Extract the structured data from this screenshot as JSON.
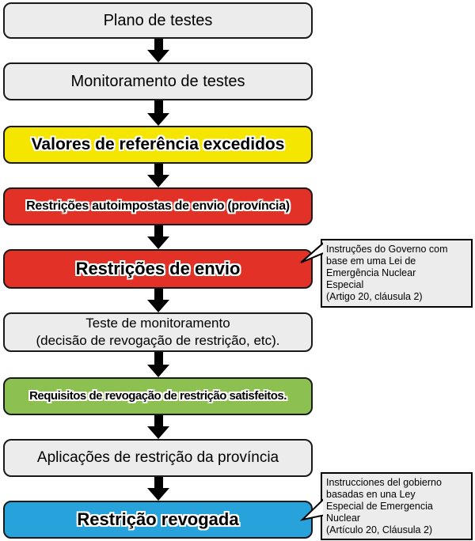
{
  "flow": {
    "boxes": [
      {
        "id": "plano-de-testes",
        "label": "Plano de testes",
        "color": "gray"
      },
      {
        "id": "monitoramento-de-testes",
        "label": "Monitoramento de testes",
        "color": "gray"
      },
      {
        "id": "valores-de-referencia-excedidos",
        "label": "Valores de referência excedidos",
        "color": "yellow"
      },
      {
        "id": "restricoes-autoimpostas-de-envio",
        "label": "Restrições autoimpostas de envio (província)",
        "color": "red"
      },
      {
        "id": "restricoes-de-envio",
        "label": "Restrições de envio",
        "color": "red"
      },
      {
        "id": "teste-de-monitoramento",
        "label": "Teste de monitoramento\n(decisão de revogação de restrição, etc).",
        "color": "gray"
      },
      {
        "id": "requisitos-de-revogacao-satisfeitos",
        "label": "Requisitos de revogação de restrição satisfeitos.",
        "color": "green"
      },
      {
        "id": "aplicacoes-de-restricao-da-provincia",
        "label": "Aplicações de restrição da província",
        "color": "gray"
      },
      {
        "id": "restricao-revogada",
        "label": "Restrição revogada",
        "color": "blue"
      }
    ],
    "callouts": [
      {
        "id": "callout-restricoes-de-envio",
        "text": "Instruções do Governo com\nbase em uma Lei de\nEmergência Nuclear\nEspecial\n(Artigo 20, cláusula 2)"
      },
      {
        "id": "callout-restricao-revogada",
        "text": "Instrucciones del gobierno\nbasadas en una Ley\nEspecial de Emergencia\nNuclear\n(Artículo 20, Cláusula 2)"
      }
    ],
    "colors": {
      "box_gray": "#ececec",
      "box_yellow": "#f5e600",
      "box_red": "#e23227",
      "box_green": "#8cc152",
      "box_blue": "#27a2db",
      "arrow_black": "#000000",
      "border_black": "#1a1a1a"
    }
  }
}
